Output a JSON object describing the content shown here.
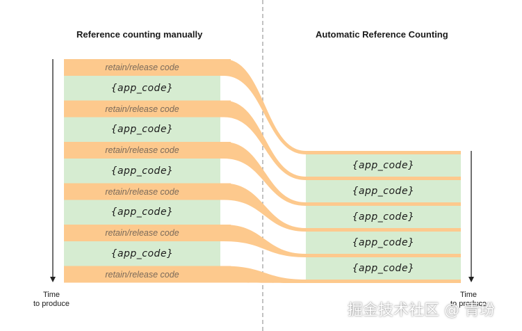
{
  "left_panel": {
    "title": "Reference counting manually",
    "time_label_line1": "Time",
    "time_label_line2": "to produce",
    "blocks": [
      {
        "kind": "retain",
        "label": "retain/release code"
      },
      {
        "kind": "app",
        "label": "{app_code}"
      },
      {
        "kind": "retain",
        "label": "retain/release code"
      },
      {
        "kind": "app",
        "label": "{app_code}"
      },
      {
        "kind": "retain",
        "label": "retain/release code"
      },
      {
        "kind": "app",
        "label": "{app_code}"
      },
      {
        "kind": "retain",
        "label": "retain/release code"
      },
      {
        "kind": "app",
        "label": "{app_code}"
      },
      {
        "kind": "retain",
        "label": "retain/release code"
      },
      {
        "kind": "app",
        "label": "{app_code}"
      },
      {
        "kind": "retain",
        "label": "retain/release code"
      }
    ]
  },
  "right_panel": {
    "title": "Automatic Reference Counting",
    "time_label_line1": "Time",
    "time_label_line2": "to produce",
    "blocks": [
      {
        "label": "{app_code}"
      },
      {
        "label": "{app_code}"
      },
      {
        "label": "{app_code}"
      },
      {
        "label": "{app_code}"
      },
      {
        "label": "{app_code}"
      }
    ]
  },
  "colors": {
    "orange": "#fdc98d",
    "green": "#d6ecd1",
    "line": "#222222",
    "divider": "#9a9a9a"
  },
  "watermark": "掘金技术社区 @ 青玢"
}
